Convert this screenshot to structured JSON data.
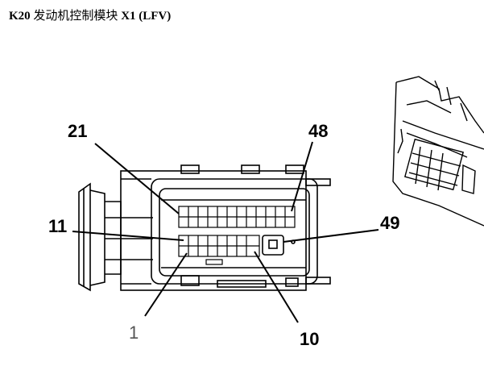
{
  "title": {
    "part1": "K20",
    "part2": " 发动机控制模块 ",
    "part3": "X1 (LFV)"
  },
  "pin_labels": {
    "p21": "21",
    "p48": "48",
    "p11": "11",
    "p49": "49",
    "p1": "1",
    "p10": "10"
  }
}
